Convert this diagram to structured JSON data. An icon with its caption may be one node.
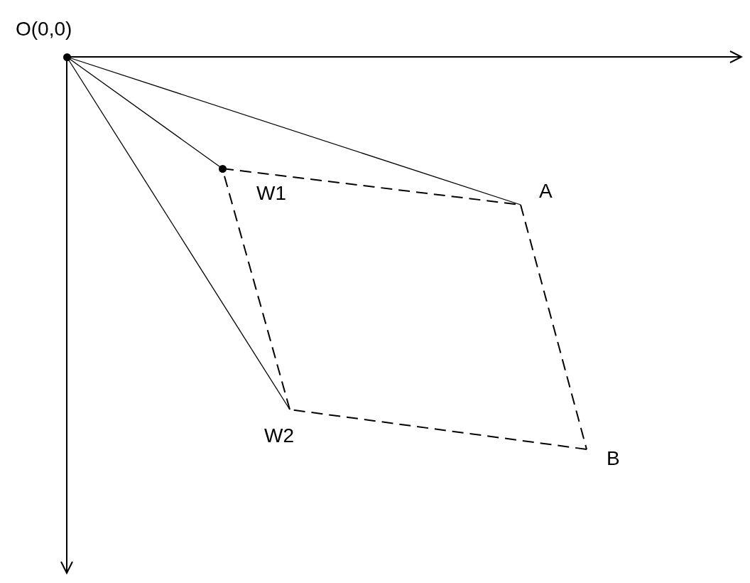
{
  "diagram": {
    "nodes": [
      {
        "text": [
          "O(0,0)"
        ]
      },
      {
        "text": [
          "W1"
        ]
      },
      {
        "text": [
          "A"
        ]
      },
      {
        "text": [
          "W2"
        ]
      },
      {
        "text": [
          "B"
        ]
      }
    ],
    "edges": [
      {
        "from": 0,
        "to": 1,
        "arrow": "none"
      },
      {
        "from": 0,
        "to": 2,
        "arrow": "none"
      },
      {
        "from": 0,
        "to": 3,
        "arrow": "none"
      },
      {
        "from": 1,
        "to": 2,
        "arrow": "none",
        "style": "dashed"
      },
      {
        "from": 2,
        "to": 4,
        "arrow": "none",
        "style": "dashed"
      },
      {
        "from": 4,
        "to": 3,
        "arrow": "none",
        "style": "dashed"
      },
      {
        "from": 3,
        "to": 1,
        "arrow": "none",
        "style": "dashed"
      }
    ]
  }
}
